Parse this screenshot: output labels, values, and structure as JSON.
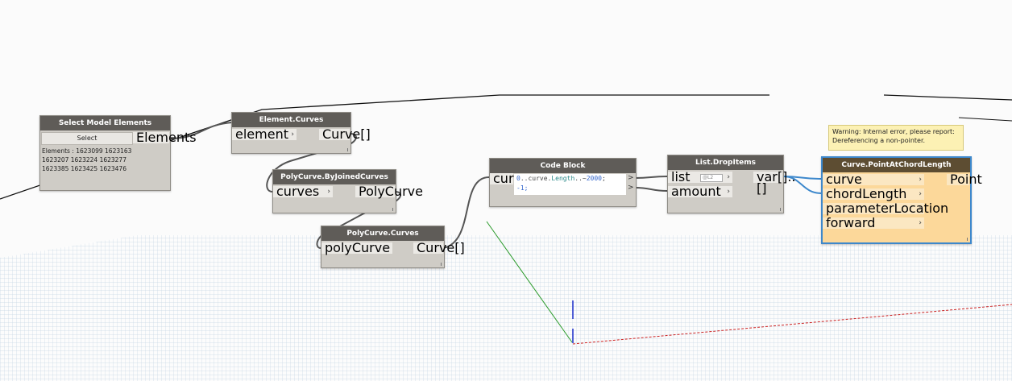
{
  "nodes": {
    "select_model_elements": {
      "title": "Select Model Elements",
      "button_label": "Select",
      "output": "Elements",
      "info": "Elements : 1623099 1623163 1623207 1623224 1623277 1623385 1623425 1623476"
    },
    "element_curves": {
      "title": "Element.Curves",
      "input": "element",
      "output": "Curve[]"
    },
    "polycurve_by_joined": {
      "title": "PolyCurve.ByJoinedCurves",
      "input": "curves",
      "output": "PolyCurve"
    },
    "polycurve_curves": {
      "title": "PolyCurve.Curves",
      "input": "polyCurve",
      "output": "Curve[]"
    },
    "code_block": {
      "title": "Code Block",
      "input": "curve",
      "code_line1_a": "0",
      "code_line1_b": "..curve.",
      "code_line1_c": "Length",
      "code_line1_d": "..~",
      "code_line1_e": "2000",
      "code_line1_f": ";",
      "code_line2": "-1;",
      "out1": ">",
      "out2": ">"
    },
    "list_dropitems": {
      "title": "List.DropItems",
      "input1": "list",
      "lacing": "@L2",
      "input2": "amount",
      "output": "var[]..[]"
    },
    "curve_point_at_chord": {
      "title": "Curve.PointAtChordLength",
      "inputs": [
        "curve",
        "chordLength",
        "parameterLocation",
        "forward"
      ],
      "output": "Point",
      "warning": "Warning: Internal error, please report: Dereferencing a non-pointer."
    }
  },
  "colors": {
    "canvas": "#fbfbfb",
    "node_body": "#cfccc6",
    "node_title": "#5f5c58",
    "selected_node": "#fcd89a",
    "selected_border": "#3d88cc",
    "grid": "#a9c2d6",
    "axis_red": "#cc2222",
    "axis_green": "#2a9a2a",
    "axis_blue": "#2233cc"
  }
}
